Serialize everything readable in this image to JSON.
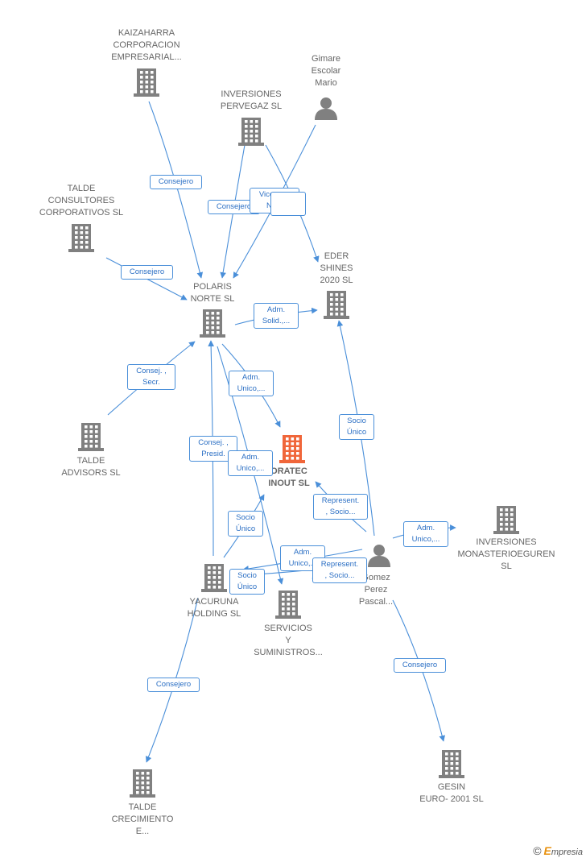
{
  "colors": {
    "building": "#808080",
    "focus": "#f0663a",
    "person": "#808080",
    "edge": "#4a8fd9",
    "edge_text": "#2b6fc4"
  },
  "nodes": [
    {
      "id": "kaizaharra",
      "kind": "building",
      "label": "KAIZAHARRA\nCORPORACION\nEMPRESARIAL..."
    },
    {
      "id": "gimare",
      "kind": "person",
      "label": "Gimare\nEscolar\nMario"
    },
    {
      "id": "pervegaz",
      "kind": "building",
      "label": "INVERSIONES\nPERVEGAZ  SL"
    },
    {
      "id": "talde_consultores",
      "kind": "building",
      "label": "TALDE\nCONSULTORES\nCORPORATIVOS SL"
    },
    {
      "id": "eder",
      "kind": "building",
      "label": "EDER\nSHINES\n2020  SL"
    },
    {
      "id": "polaris",
      "kind": "building",
      "label": "POLARIS\nNORTE  SL"
    },
    {
      "id": "talde_advisors",
      "kind": "building",
      "label": "TALDE\nADVISORS SL"
    },
    {
      "id": "oratec",
      "kind": "focus",
      "label": "ORATEC\nINOUT  SL"
    },
    {
      "id": "monasterio",
      "kind": "building",
      "label": "INVERSIONES\nMONASTERIOEGUREN\nSL"
    },
    {
      "id": "gomez",
      "kind": "person",
      "label": "Gomez\nPerez\nPascal..."
    },
    {
      "id": "yacuruna",
      "kind": "building",
      "label": "YACURUNA\nHOLDING  SL"
    },
    {
      "id": "servicios",
      "kind": "building",
      "label": "SERVICIOS\nY\nSUMINISTROS..."
    },
    {
      "id": "talde_crecimiento",
      "kind": "building",
      "label": "TALDE\nCRECIMIENTO\nE..."
    },
    {
      "id": "gesin",
      "kind": "building",
      "label": "GESIN\nEURO- 2001  SL"
    }
  ],
  "edges": [
    {
      "label": "Consejero"
    },
    {
      "label": "Consejero"
    },
    {
      "label": "Vicesecr.\nNo..."
    },
    {
      "label": ""
    },
    {
      "label": "Consejero"
    },
    {
      "label": "Adm.\nSolid.,..."
    },
    {
      "label": "Consej. ,\nSecr."
    },
    {
      "label": "Adm.\nUnico,..."
    },
    {
      "label": "Socio\nÚnico"
    },
    {
      "label": "Consej. ,\nPresid."
    },
    {
      "label": "Adm.\nUnico,..."
    },
    {
      "label": "Represent.\n, Socio..."
    },
    {
      "label": "Adm.\nUnico,..."
    },
    {
      "label": "Socio\nÚnico"
    },
    {
      "label": "Adm.\nUnico,..."
    },
    {
      "label": "Represent.\n, Socio..."
    },
    {
      "label": "Socio\nÚnico"
    },
    {
      "label": "Consejero"
    },
    {
      "label": "Consejero"
    }
  ],
  "footer": {
    "copyright": "©",
    "brand_first": "E",
    "brand_rest": "mpresia"
  }
}
